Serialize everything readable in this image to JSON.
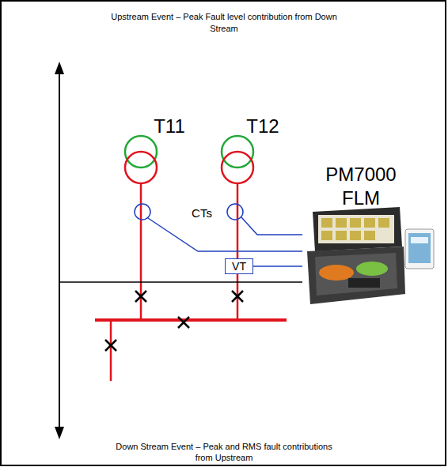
{
  "diagram": {
    "title": "Upstream Event – Peak Fault level contribution from Down Stream",
    "caption": "Down Stream Event – Peak and RMS fault contributions from Upstream",
    "nodes": [
      {
        "text": [
          "VT"
        ]
      }
    ],
    "labels": [
      "T11",
      "T12",
      "CTs",
      "PM7000 FLM"
    ]
  }
}
